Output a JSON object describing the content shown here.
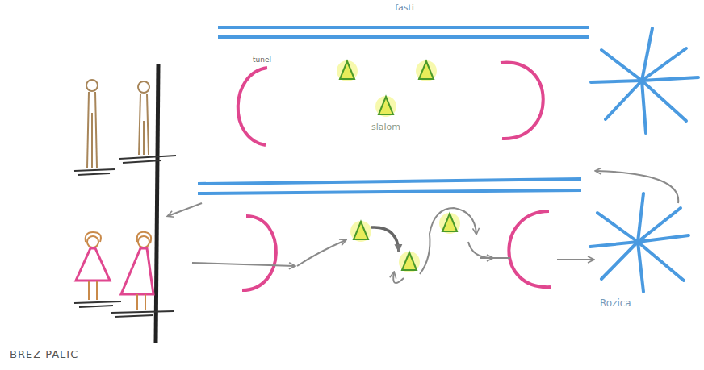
{
  "diagram": {
    "nodes": [
      {
        "text": [
          "fasti"
        ]
      },
      {
        "text": [
          "tunel"
        ]
      },
      {
        "text": [
          "slalom"
        ]
      },
      {
        "text": [
          "Rozica"
        ]
      }
    ],
    "labels": [
      "BREZ PALIC"
    ]
  }
}
